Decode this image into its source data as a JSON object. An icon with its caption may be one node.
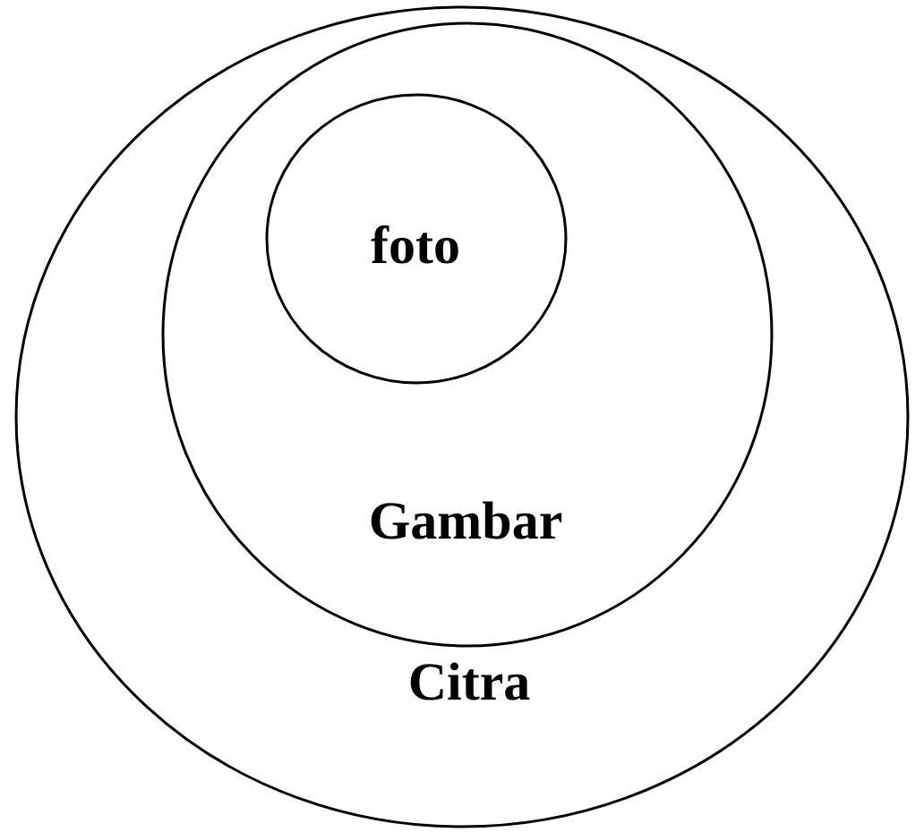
{
  "diagram": {
    "nodes": [
      {
        "text": [
          "Citra"
        ]
      },
      {
        "text": [
          "Gambar"
        ],
        "in": 0
      },
      {
        "text": [
          "foto"
        ],
        "in": 1
      }
    ]
  }
}
